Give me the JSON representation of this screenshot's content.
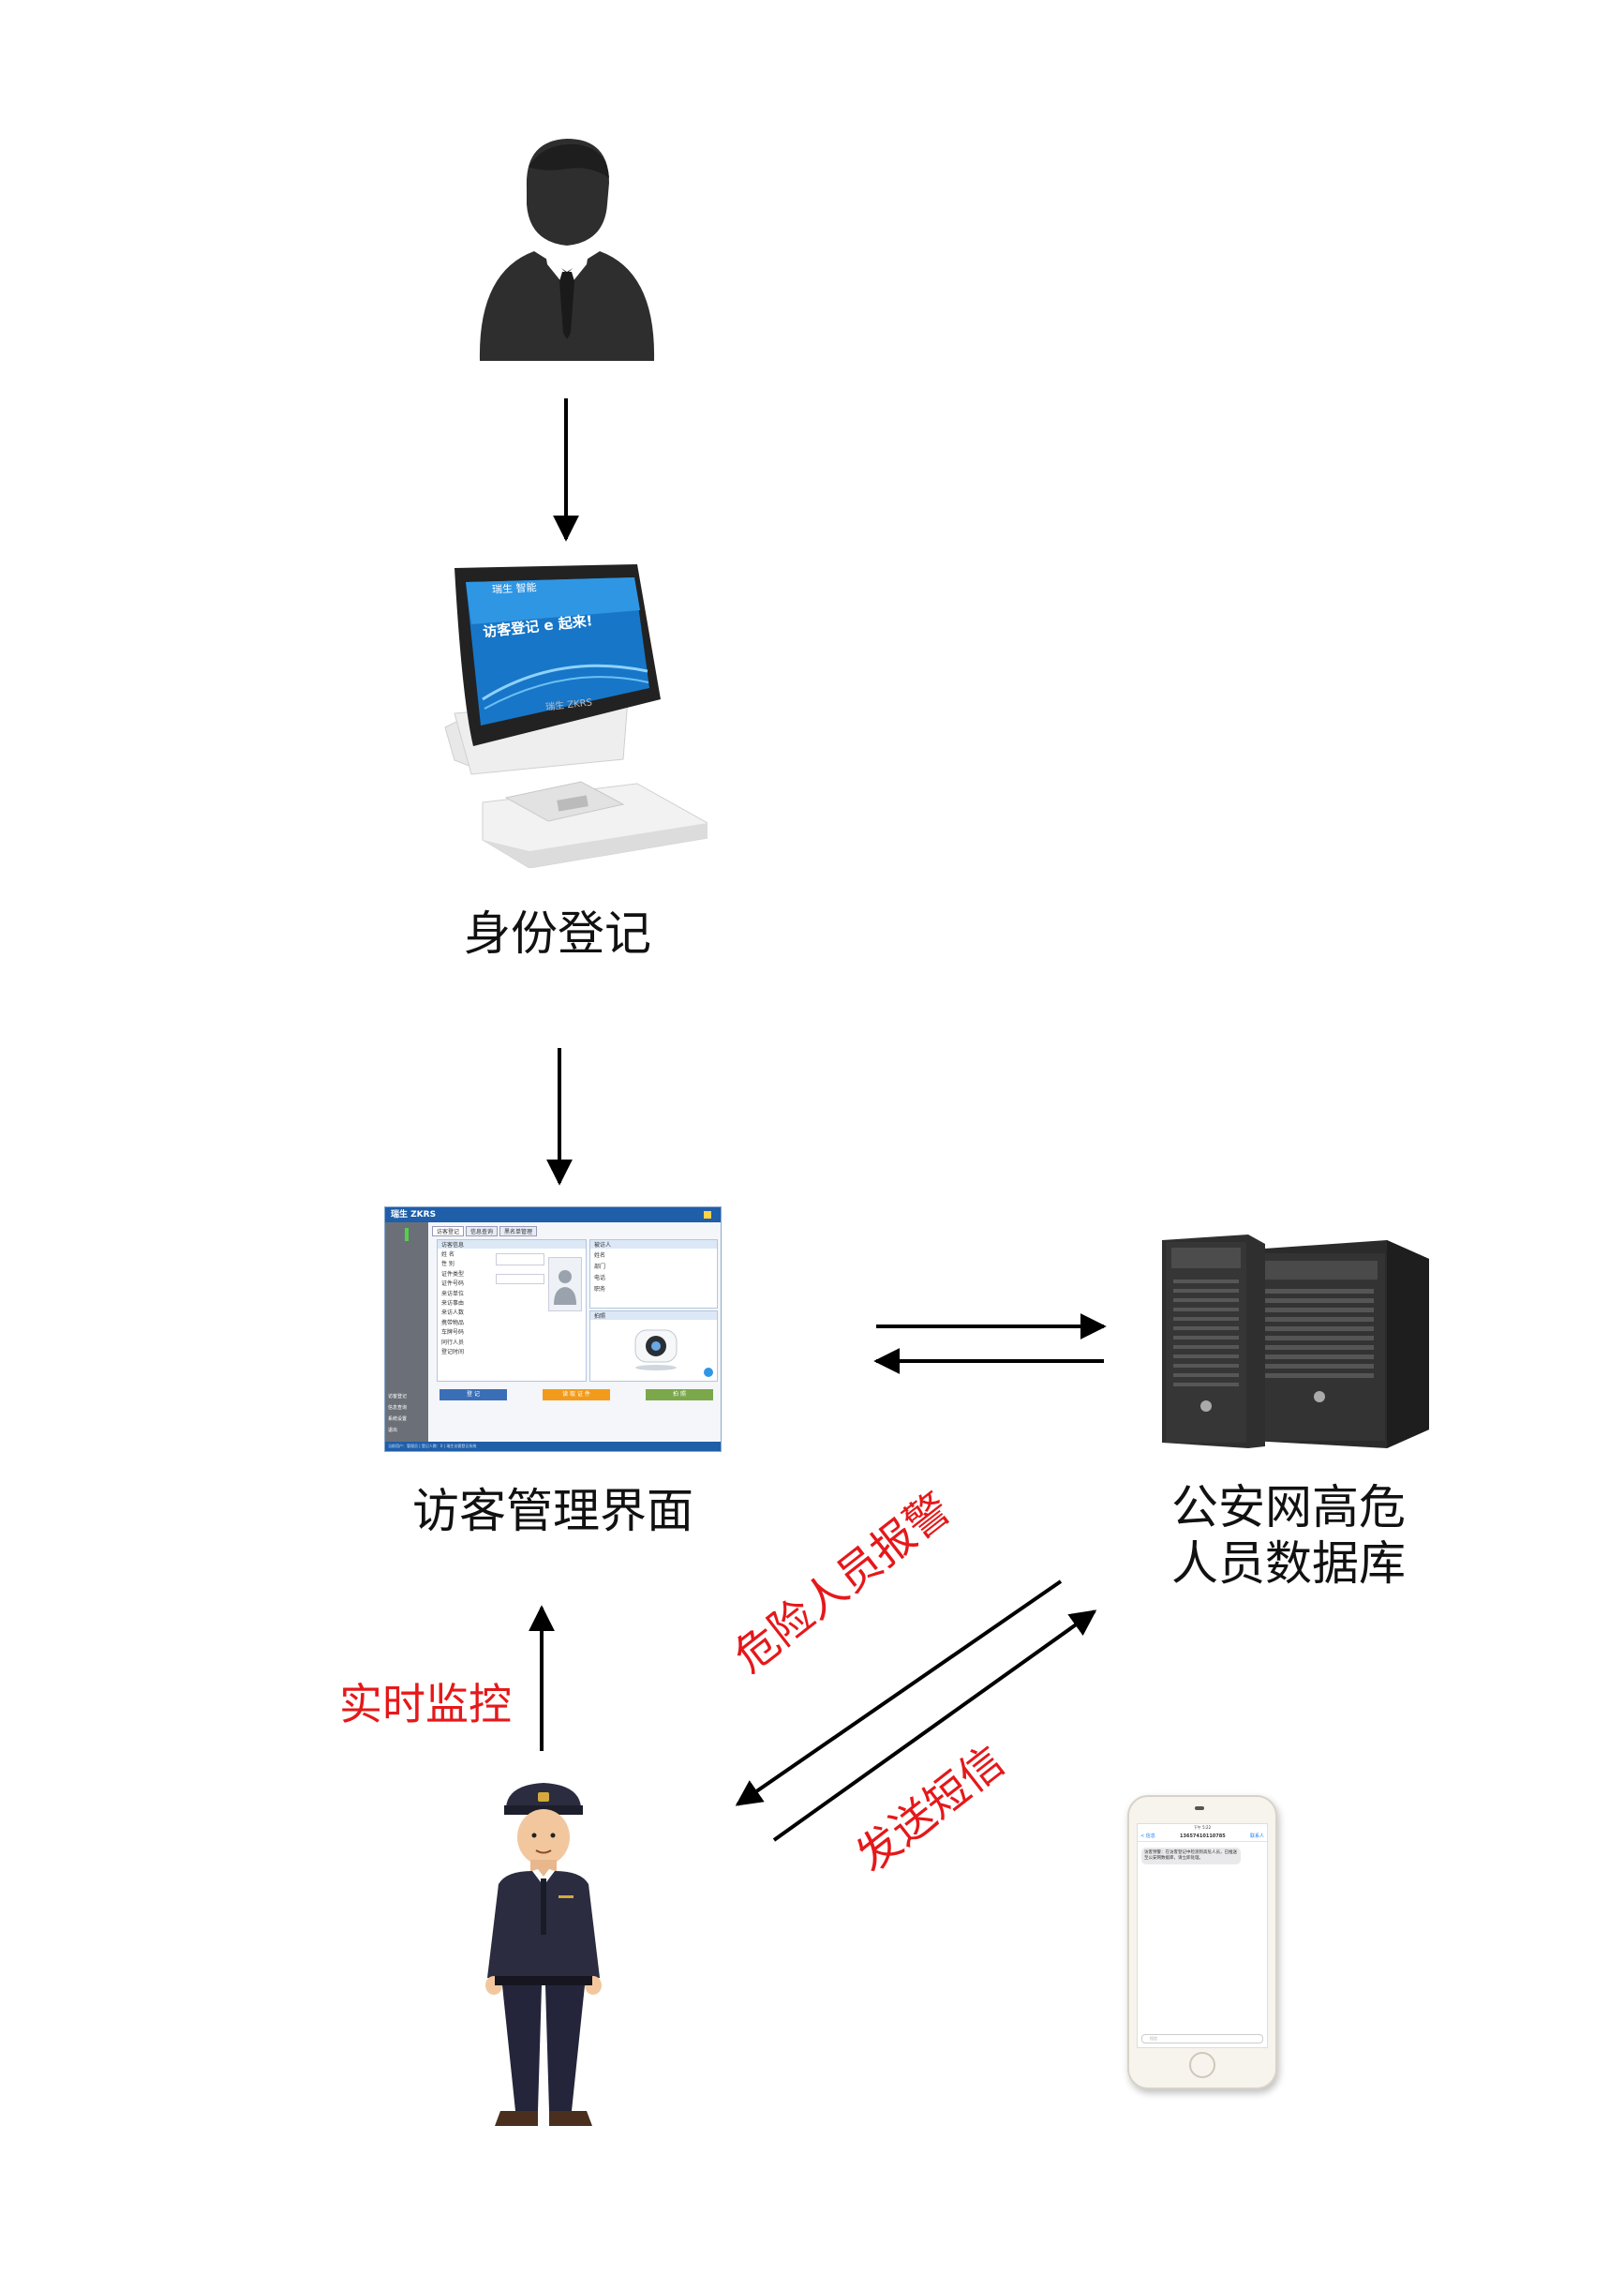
{
  "labels": {
    "id_registration": "身份登记",
    "visitor_ui": "访客管理界面",
    "police_db_line1": "公安网高危",
    "police_db_line2": "人员数据库",
    "realtime_monitor": "实时监控",
    "danger_alert": "危险人员报警",
    "send_sms": "发送短信"
  },
  "kiosk": {
    "brand": "瑞生 ZKRS",
    "screen_line1": "瑞生 智能",
    "screen_line2": "访客登记 e 起来!"
  },
  "ui_window": {
    "logo": "瑞生 ZKRS",
    "tabs": [
      "访客登记",
      "信息查询",
      "黑名单管理"
    ],
    "section_visitor": "访客信息",
    "section_host": "被访人",
    "section_photo": "拍照",
    "fields_left": [
      "姓  名",
      "性  别",
      "证件类型",
      "证件号码",
      "来访单位",
      "来访事由",
      "来访人数",
      "携带物品",
      "车牌号码",
      "同行人员",
      "登记时间"
    ],
    "fields_right": [
      "姓名",
      "部门",
      "电话",
      "职务"
    ],
    "buttons": [
      "登 记",
      "读 取 证 件",
      "拍 照"
    ],
    "sidebar_items": [
      "访客登记",
      "信息查询",
      "系统设置",
      "退出"
    ],
    "status_bar": "当前用户：管理员  |  登记人数：0  |  瑞生访客登记系统"
  },
  "phone": {
    "status_time": "下午 5:22",
    "number": "13657410110785",
    "back": "< 信息",
    "details": "联系人",
    "message": "访客预警：在访客登记中检测到高危人员，已推送至公安网数据库，请立即处理。",
    "input_placeholder": "短信"
  },
  "colors": {
    "arrow": "#000000",
    "alert_text": "#e5181a",
    "ui_header": "#1f5ea8",
    "uniform": "#2b2c3f"
  },
  "icons": [
    "businessman-icon",
    "police-officer-icon",
    "server-icon",
    "smartphone-icon",
    "kiosk-icon"
  ]
}
